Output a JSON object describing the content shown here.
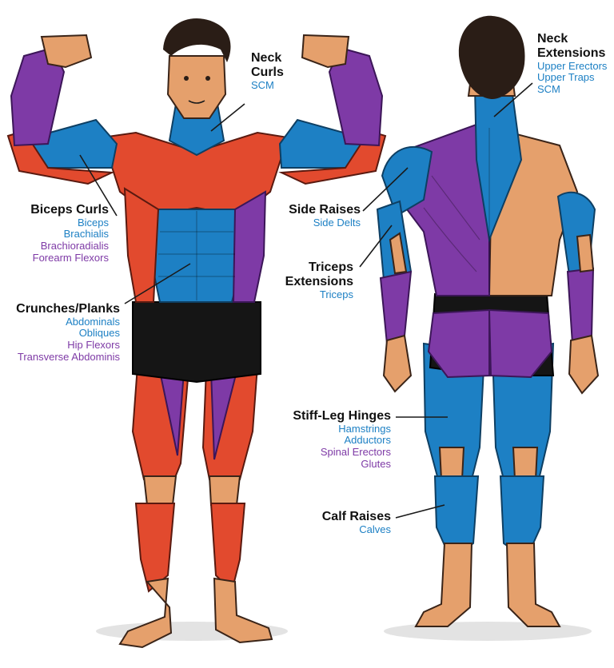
{
  "colors": {
    "blue": "#1d80c4",
    "purple": "#7e3aa6",
    "red": "#e24a2e",
    "skin": "#e5a06c",
    "hair": "#2a1d16",
    "shorts": "#151515"
  },
  "labels": {
    "neck_curls": {
      "title_1": "Neck",
      "title_2": "Curls",
      "muscles": [
        {
          "name": "SCM"
        }
      ]
    },
    "biceps_curls": {
      "title": "Biceps Curls",
      "muscles": [
        {
          "name": "Biceps"
        },
        {
          "name": "Brachialis"
        },
        {
          "name": "Brachioradialis"
        },
        {
          "name": "Forearm Flexors"
        }
      ]
    },
    "crunches": {
      "title": "Crunches/Planks",
      "muscles": [
        {
          "name": "Abdominals"
        },
        {
          "name": "Obliques"
        },
        {
          "name": "Hip Flexors"
        },
        {
          "name": "Transverse Abdominis"
        }
      ]
    },
    "neck_ext": {
      "title_1": "Neck",
      "title_2": "Extensions",
      "muscles": [
        {
          "name": "Upper Erectors"
        },
        {
          "name": "Upper Traps"
        },
        {
          "name": "SCM"
        }
      ]
    },
    "side_raises": {
      "title": "Side Raises",
      "muscles": [
        {
          "name": "Side Delts"
        }
      ]
    },
    "triceps_ext": {
      "title_1": "Triceps",
      "title_2": "Extensions",
      "muscles": [
        {
          "name": "Triceps"
        }
      ]
    },
    "stiff_leg": {
      "title": "Stiff-Leg Hinges",
      "muscles": [
        {
          "name": "Hamstrings"
        },
        {
          "name": "Adductors"
        },
        {
          "name": "Spinal Erectors"
        },
        {
          "name": "Glutes"
        }
      ]
    },
    "calf_raises": {
      "title": "Calf Raises",
      "muscles": [
        {
          "name": "Calves"
        }
      ]
    }
  }
}
